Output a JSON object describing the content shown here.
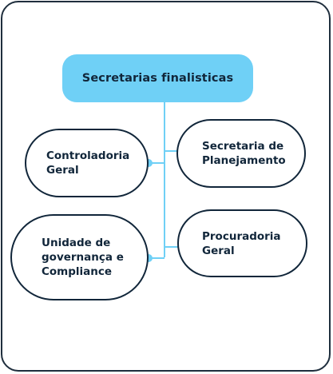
{
  "diagram": {
    "root": {
      "label": "Secretarias finalisticas"
    },
    "left_nodes": [
      {
        "label_lines": [
          "Controladoria",
          "Geral"
        ]
      },
      {
        "label_lines": [
          "Unidade de",
          "governança e",
          "Compliance"
        ]
      }
    ],
    "right_nodes": [
      {
        "label_lines": [
          "Secretaria de",
          "Planejamento"
        ]
      },
      {
        "label_lines": [
          "Procuradoria",
          "Geral"
        ]
      }
    ],
    "colors": {
      "root_fill": "#6fd0f6",
      "connector": "#6fd0f6",
      "node_border": "#11263a",
      "text": "#11263a",
      "frame_border": "#1f2e3d"
    }
  }
}
